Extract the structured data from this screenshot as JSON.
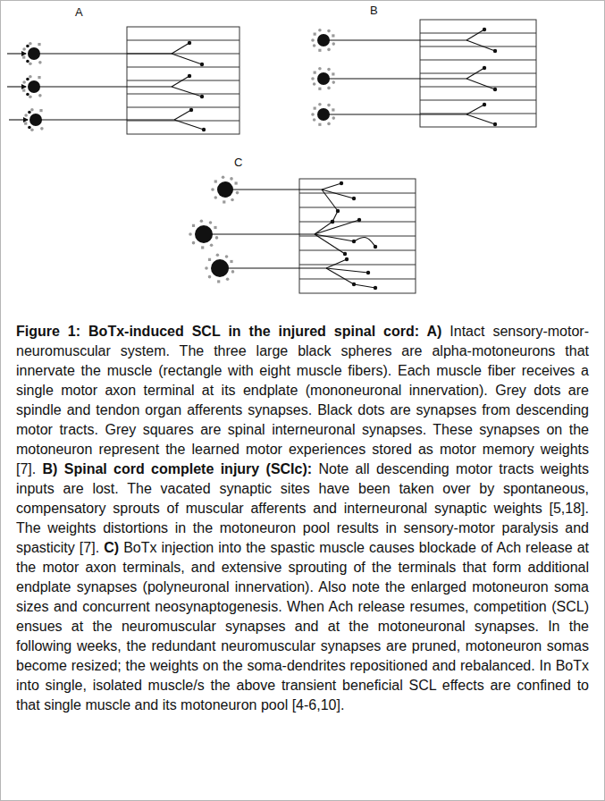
{
  "diagram": {
    "caption": "Figure 1: BoTx-induced SCL in the injured spinal cord: A) Intact sensory-motor-neuromuscular system. The three large black spheres are alpha-motoneurons that innervate the muscle (rectangle with eight muscle fibers). Each muscle fiber receives a single motor axon terminal at its endplate (mononeuronal innervation). Grey dots are spindle and tendon organ afferents synapses. Black dots are synapses from descending motor tracts. Grey squares are spinal interneuronal synapses. These synapses on the motoneuron represent the learned motor experiences stored as motor memory weights [7]. B) Spinal cord complete injury (SCIc): Note all descending motor tracts weights inputs are lost. The vacated synaptic sites have been taken over by spontaneous, compensatory sprouts of muscular afferents and interneuronal synaptic weights [5,18]. The weights distortions in the motoneuron pool results in sensory-motor paralysis and spasticity [7]. C) BoTx injection into the spastic muscle causes blockade of Ach release at the motor axon terminals, and extensive sprouting of the terminals that form additional endplate synapses (polyneuronal innervation). Also note the enlarged motoneuron soma sizes and concurrent neosynaptogenesis. When Ach release resumes, competition (SCL) ensues at the neuromuscular synapses and at the motoneuronal synapses. In the following weeks, the redundant neuromuscular synapses are pruned, motoneuron somas become resized; the weights on the soma-dendrites repositioned and rebalanced. In BoTx into single, isolated muscle/s the above transient beneficial SCL effects are confined to that single muscle and its motoneuron pool [4-6,10].",
    "labels": [
      "A",
      "B",
      "C"
    ]
  }
}
